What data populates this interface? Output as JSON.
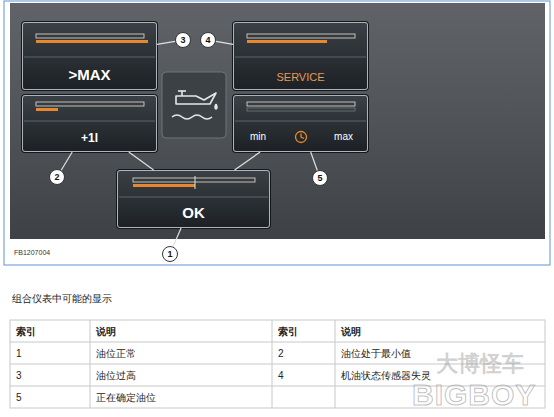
{
  "diagram": {
    "caption": "组合仪表中可能的显示",
    "nodes": [
      {
        "text": [
          ">MAX"
        ]
      },
      {
        "text": [
          "3"
        ]
      },
      {
        "text": [
          "4"
        ]
      },
      {
        "text": [
          "SERVICE"
        ]
      },
      {
        "text": [
          "+1l"
        ]
      },
      {
        "text": [
          "min",
          "max"
        ]
      },
      {
        "text": [
          "2"
        ]
      },
      {
        "text": [
          "5"
        ]
      },
      {
        "text": [
          "OK"
        ]
      },
      {
        "text": [
          "1"
        ]
      }
    ],
    "edges": [
      {
        "from": 1,
        "to": 0,
        "arrow": "none"
      },
      {
        "from": 2,
        "to": 3,
        "arrow": "none"
      },
      {
        "from": 6,
        "to": 4,
        "arrow": "none"
      },
      {
        "from": 7,
        "to": 5,
        "arrow": "none"
      },
      {
        "from": 9,
        "to": 8,
        "arrow": "none"
      },
      {
        "from": 8,
        "to": 4,
        "arrow": "none"
      },
      {
        "from": 8,
        "to": 5,
        "arrow": "none"
      }
    ],
    "labels": [
      "FB1207004",
      "索引",
      "说明",
      "索引",
      "说明",
      "1",
      "油位正常",
      "2",
      "油位处于最小值",
      "3",
      "油位过高",
      "4",
      "机油状态传感器失灵",
      "5",
      "正在确定油位",
      "大博怪车",
      "BIGBOY"
    ]
  }
}
